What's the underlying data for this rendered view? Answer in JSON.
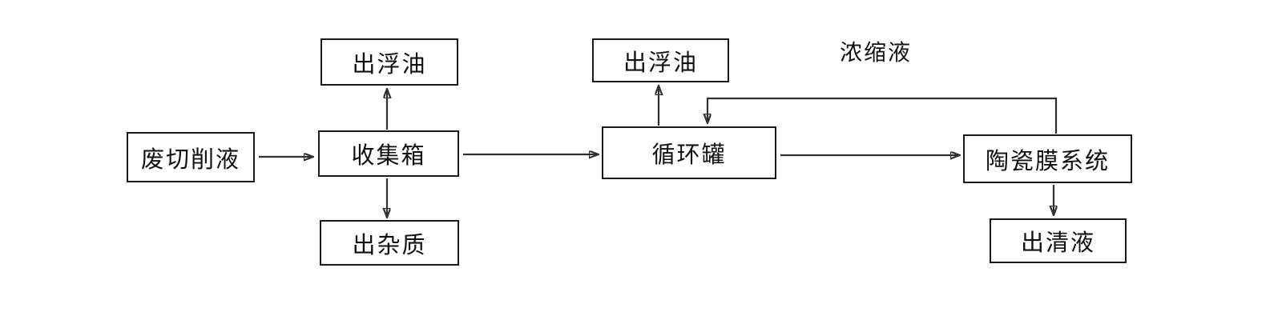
{
  "diagram": {
    "type": "flowchart",
    "nodes": {
      "waste_fluid": {
        "label": "废切削液"
      },
      "collect_tank": {
        "label": "收集箱"
      },
      "oil_out_1": {
        "label": "出浮油"
      },
      "impurity_out": {
        "label": "出杂质"
      },
      "oil_out_2": {
        "label": "出浮油"
      },
      "cycle_tank": {
        "label": "循环罐"
      },
      "ceramic_sys": {
        "label": "陶瓷膜系统"
      },
      "clear_out": {
        "label": "出清液"
      }
    },
    "edge_labels": {
      "concentrate": "浓缩液"
    },
    "edges": [
      {
        "from": "waste_fluid",
        "to": "collect_tank"
      },
      {
        "from": "collect_tank",
        "to": "oil_out_1"
      },
      {
        "from": "collect_tank",
        "to": "impurity_out"
      },
      {
        "from": "collect_tank",
        "to": "cycle_tank"
      },
      {
        "from": "cycle_tank",
        "to": "oil_out_2"
      },
      {
        "from": "cycle_tank",
        "to": "ceramic_sys"
      },
      {
        "from": "ceramic_sys",
        "to": "clear_out"
      },
      {
        "from": "ceramic_sys",
        "to": "cycle_tank",
        "label": "浓缩液"
      }
    ],
    "colors": {
      "background": "#ffffff",
      "box_border": "#1a1a1a",
      "arrow": "#303030",
      "text": "#111111"
    }
  }
}
